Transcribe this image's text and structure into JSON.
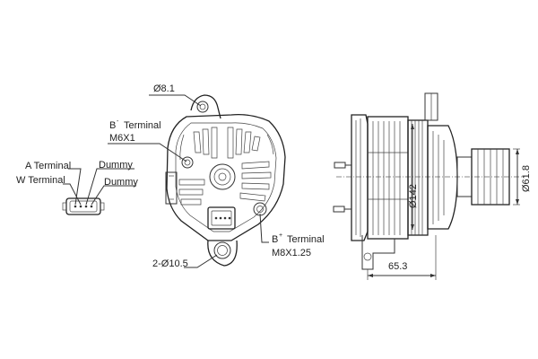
{
  "connector": {
    "a_terminal": "A Terminal",
    "w_terminal": "W Terminal",
    "dummy_1": "Dummy",
    "dummy_2": "Dummy"
  },
  "front_view": {
    "hole_dia": "Ø8.1",
    "b_minus_label": "B",
    "b_minus_sign": "-",
    "b_minus_term": "Terminal",
    "b_minus_thread": "M6X1",
    "b_plus_label": "B",
    "b_plus_sign": "+",
    "b_plus_term": "Terminal",
    "b_plus_thread": "M8X1.25",
    "mount_holes": "2-Ø10.5"
  },
  "side_view": {
    "body_dia": "Ø142",
    "pulley_dia": "Ø61.8",
    "length": "65.3"
  }
}
